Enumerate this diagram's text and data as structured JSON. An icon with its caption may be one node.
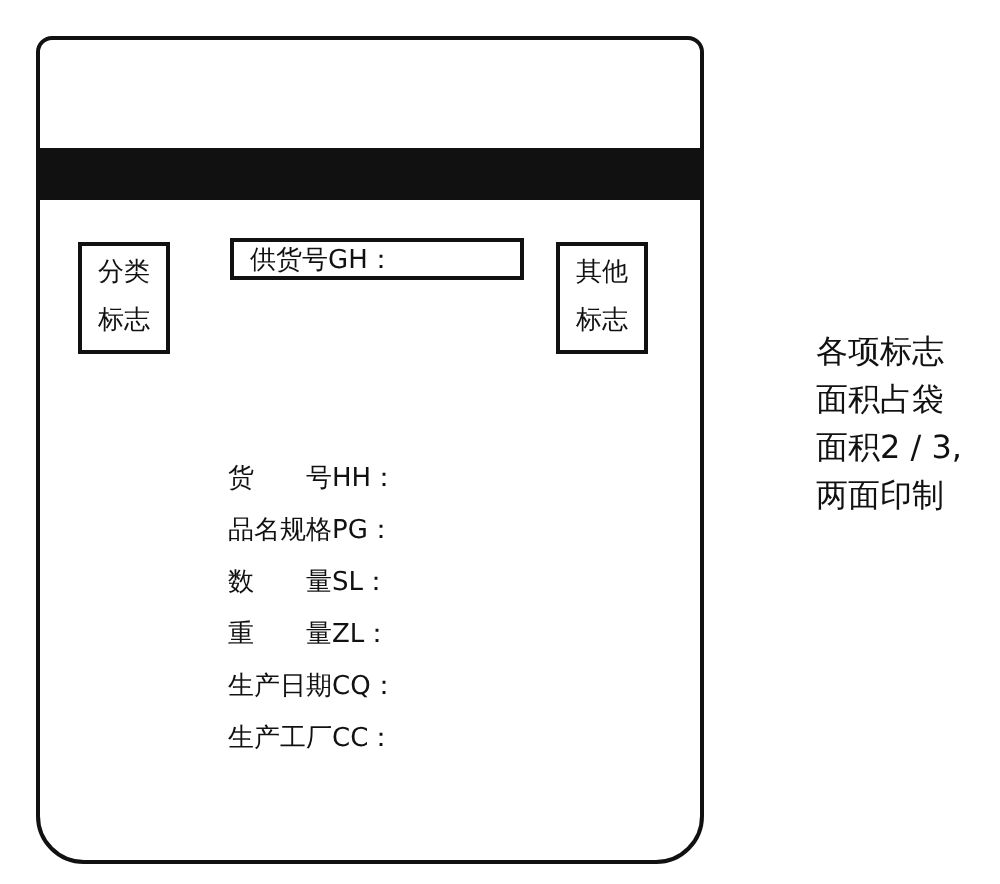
{
  "diagram": {
    "nodes": [
      {
        "text": [],
        "shape": "box"
      },
      {
        "text": [
          "分类标志"
        ],
        "in": 0
      },
      {
        "text": [
          "供货号GH："
        ],
        "in": 0
      },
      {
        "text": [
          "其他标志"
        ],
        "in": 0
      }
    ],
    "edges": [],
    "labels": [
      "货　　号HH：",
      "品名规格PG：",
      "数　　量SL：",
      "重　　量ZL：",
      "生产日期CQ：",
      "生产工厂CC：",
      "各项标志面积占袋面积2 / 3,两面印制"
    ]
  }
}
